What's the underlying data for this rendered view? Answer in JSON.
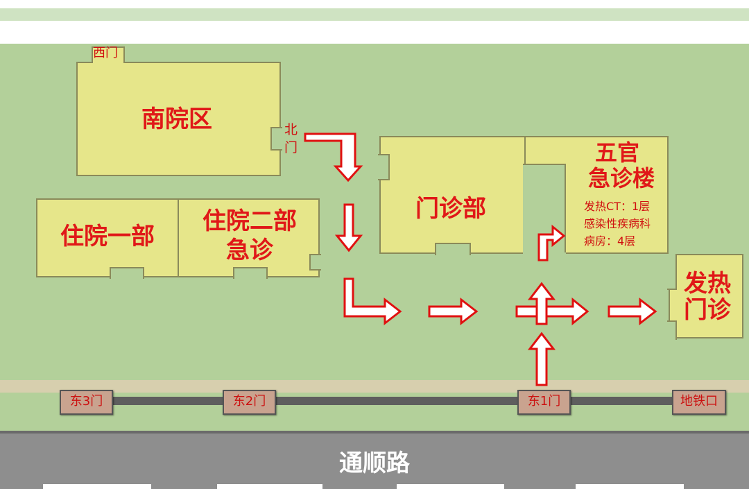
{
  "map": {
    "road_name": "通顺路",
    "buildings": {
      "south_campus": "南院区",
      "inpatient_1": "住院一部",
      "inpatient_2": "住院二部",
      "inpatient_2_sub": "急诊",
      "outpatient": "门诊部",
      "ent_emergency_line1": "五官",
      "ent_emergency_line2": "急诊楼",
      "ent_note_1": "发热CT：1层",
      "ent_note_2": "感染性疾病科",
      "ent_note_3": "病房：4层",
      "fever_clinic_line1": "发热",
      "fever_clinic_line2": "门诊"
    },
    "gates": {
      "west": "西门",
      "north_1": "北",
      "north_2": "门",
      "east3": "东3门",
      "east2": "东2门",
      "east1": "东1门",
      "metro": "地铁口"
    },
    "colors": {
      "ground": "#b3d09a",
      "building": "#e6e68a",
      "arrow": "#e01010",
      "road": "#8e8e8e"
    }
  }
}
